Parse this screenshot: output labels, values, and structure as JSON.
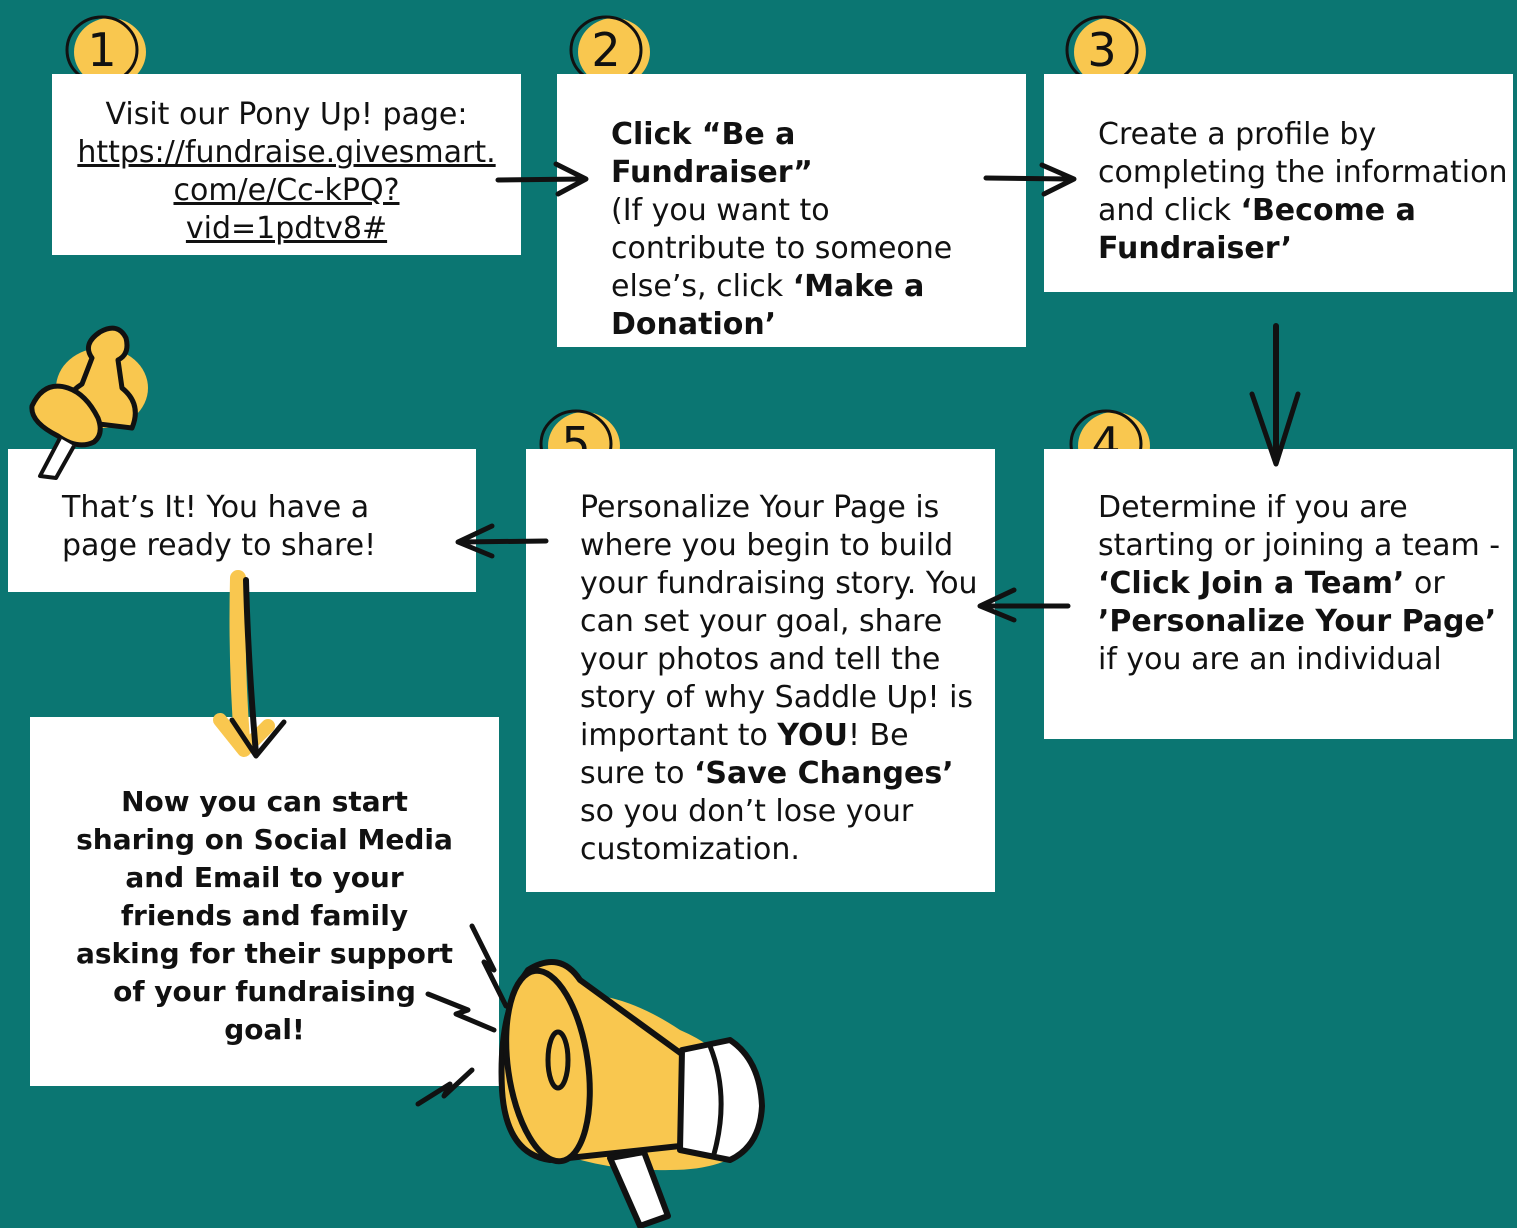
{
  "colors": {
    "background": "#0b7672",
    "card": "#ffffff",
    "accent_yellow": "#f9c74f",
    "ink": "#111111"
  },
  "steps": [
    {
      "number": "1",
      "lines": [
        "Visit our Pony Up! page:"
      ],
      "link_lines": [
        "https://fundraise.givesmart.",
        "com/e/Cc-kPQ?",
        "vid=1pdtv8#"
      ]
    },
    {
      "number": "2",
      "bold_title": "Click “Be a Fundraiser”",
      "text_a": "(If you want to contribute to someone else’s, click ",
      "bold_b": "‘Make a Donation’"
    },
    {
      "number": "3",
      "text_a": "Create a profile by completing the information and click ",
      "bold_b": "‘Become a Fundraiser’"
    },
    {
      "number": "4",
      "text_a": "Determine if you are starting or joining a team - ",
      "bold_b": "‘Click Join a Team’",
      "text_c": " or ",
      "bold_d": "’Personalize Your Page’",
      "text_e": " if you are an individual"
    },
    {
      "number": "5",
      "text_a": "Personalize Your Page is where you begin to build your fundraising story. You can set your goal, share your photos and tell the story of why Saddle Up! is important to ",
      "bold_b": "YOU",
      "text_c": "! Be sure to ",
      "bold_d": "‘Save Changes’",
      "text_e": " so you don’t lose your customization."
    }
  ],
  "done": {
    "lines": [
      "That’s It!  You have a",
      "page ready to share!"
    ]
  },
  "share": {
    "lines": [
      "Now you can start",
      "sharing on Social Media",
      "and Email to your",
      "friends and family",
      "asking for their support",
      "of your fundraising",
      "goal!"
    ]
  },
  "icons": [
    "pushpin-icon",
    "megaphone-icon"
  ]
}
